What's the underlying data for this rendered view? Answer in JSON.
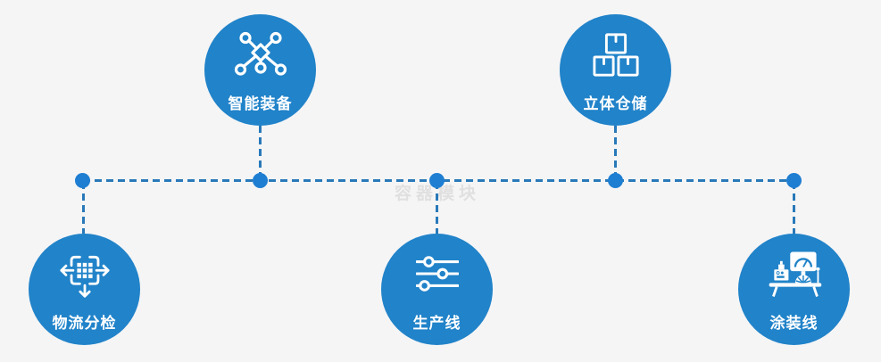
{
  "diagram": {
    "watermark": "容器模块",
    "nodes": [
      {
        "id": "smart-equipment",
        "label": "智能装备",
        "icon": "network-nodes-icon"
      },
      {
        "id": "stereo-warehouse",
        "label": "立体仓储",
        "icon": "stacked-boxes-icon"
      },
      {
        "id": "logistics-sorting",
        "label": "物流分检",
        "icon": "distribute-arrows-icon"
      },
      {
        "id": "production-line",
        "label": "生产线",
        "icon": "sliders-icon"
      },
      {
        "id": "coating-line",
        "label": "涂装线",
        "icon": "control-station-icon"
      }
    ]
  },
  "colors": {
    "background": "#f5f5f6",
    "circle_blue": "#2183c9",
    "line_blue": "#2979b9",
    "dot_blue": "#1e7ed2",
    "watermark_gray": "#e0e0e0",
    "icon_white": "#ffffff"
  }
}
